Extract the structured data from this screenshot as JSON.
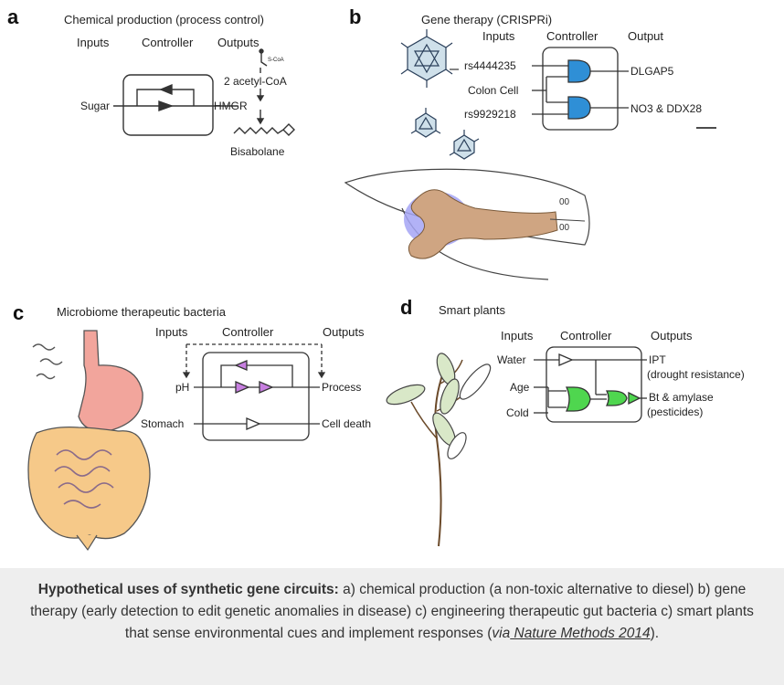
{
  "panels": {
    "a": {
      "letter": "a",
      "title": "Chemical production (process control)",
      "col_inputs": "Inputs",
      "col_controller": "Controller",
      "col_outputs": "Outputs",
      "input": "Sugar",
      "scoa": "S-CoA",
      "acetyl": "2 acetyl-CoA",
      "hmgr": "HMGR",
      "product": "Bisabolane"
    },
    "b": {
      "letter": "b",
      "title": "Gene therapy (CRISPRi)",
      "col_inputs": "Inputs",
      "col_controller": "Controller",
      "col_output": "Output",
      "input1": "rs4444235",
      "input2": "Colon Cell",
      "input3": "rs9929218",
      "output1": "DLGAP5",
      "output2": "NO3 & DDX28"
    },
    "c": {
      "letter": "c",
      "title": "Microbiome therapeutic bacteria",
      "col_inputs": "Inputs",
      "col_controller": "Controller",
      "col_outputs": "Outputs",
      "input1": "pH",
      "input2": "Stomach",
      "output1": "Process",
      "output2": "Cell death"
    },
    "d": {
      "letter": "d",
      "title": "Smart plants",
      "col_inputs": "Inputs",
      "col_controller": "Controller",
      "col_outputs": "Outputs",
      "input1": "Water",
      "input2": "Age",
      "input3": "Cold",
      "output1": "IPT",
      "output1_note": "(drought resistance)",
      "output2": "Bt & amylase",
      "output2_note": "(pesticides)"
    }
  },
  "caption": {
    "bold": "Hypothetical uses of synthetic gene circuits:",
    "text": " a) chemical production (a non-toxic alternative to diesel) b) gene therapy (early detection to edit genetic anomalies in disease) c) engineering therapeutic gut bacteria c) smart plants that sense environmental cues and implement responses (",
    "via": "via",
    "link": " Nature Methods 2014",
    "end": ")."
  },
  "colors": {
    "gate_blue": "#2f8fd6",
    "gate_purple": "#c77fe0",
    "gate_green": "#4fd64f",
    "stomach": "#f2a59c",
    "intestine": "#f6c989",
    "chromosome": "#cfa582",
    "caption_bg": "#eeeeee"
  }
}
